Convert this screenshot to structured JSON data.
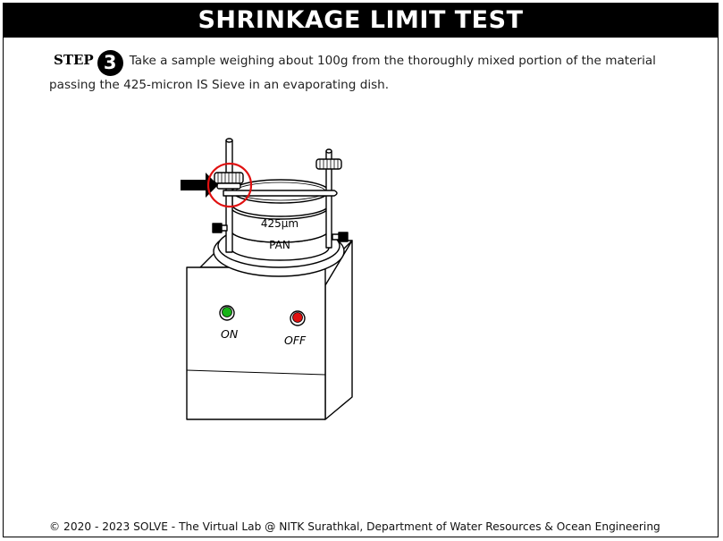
{
  "page": {
    "title": "SHRINKAGE LIMIT TEST"
  },
  "step": {
    "label": "STEP",
    "number": "3",
    "text": "Take a sample weighing about 100g from the thoroughly mixed portion of the material passing the 425-micron IS Sieve in an evaporating dish."
  },
  "apparatus": {
    "sieve_label": "425μm",
    "pan_label": "PAN",
    "on_label": "ON",
    "off_label": "OFF",
    "on_color": "#18b418",
    "off_color": "#e01010",
    "highlight_color": "#e01010"
  },
  "footer": {
    "text": "© 2020 - 2023 SOLVE - The Virtual Lab @ NITK Surathkal, Department of Water Resources & Ocean Engineering"
  }
}
